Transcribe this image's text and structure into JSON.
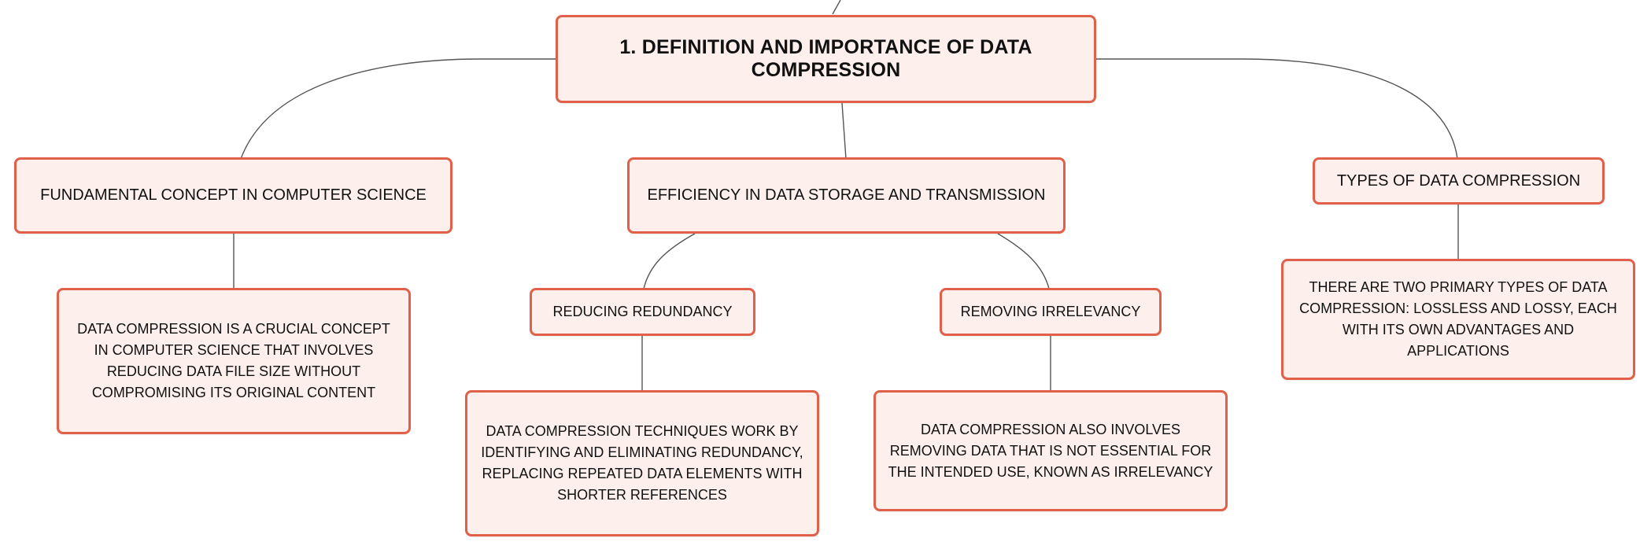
{
  "mindmap": {
    "root": {
      "label": "1. DEFINITION AND IMPORTANCE OF DATA COMPRESSION"
    },
    "branches": [
      {
        "label": "FUNDAMENTAL CONCEPT IN COMPUTER SCIENCE",
        "detail": "DATA COMPRESSION IS A CRUCIAL CONCEPT IN COMPUTER SCIENCE THAT INVOLVES REDUCING DATA FILE SIZE WITHOUT COMPROMISING ITS ORIGINAL CONTENT"
      },
      {
        "label": "EFFICIENCY IN DATA STORAGE AND TRANSMISSION",
        "children": [
          {
            "label": "REDUCING REDUNDANCY",
            "detail": "DATA COMPRESSION TECHNIQUES WORK BY IDENTIFYING AND ELIMINATING REDUNDANCY, REPLACING REPEATED DATA ELEMENTS WITH SHORTER REFERENCES"
          },
          {
            "label": "REMOVING IRRELEVANCY",
            "detail": "DATA COMPRESSION ALSO INVOLVES REMOVING DATA THAT IS NOT ESSENTIAL FOR THE INTENDED USE, KNOWN AS IRRELEVANCY"
          }
        ]
      },
      {
        "label": "TYPES OF DATA COMPRESSION",
        "detail": "THERE ARE TWO PRIMARY TYPES OF DATA COMPRESSION: LOSSLESS AND LOSSY, EACH WITH ITS OWN ADVANTAGES AND APPLICATIONS"
      }
    ]
  },
  "colors": {
    "node_fill": "#fdf0ec",
    "node_border": "#e0604a",
    "connector": "#555555"
  }
}
